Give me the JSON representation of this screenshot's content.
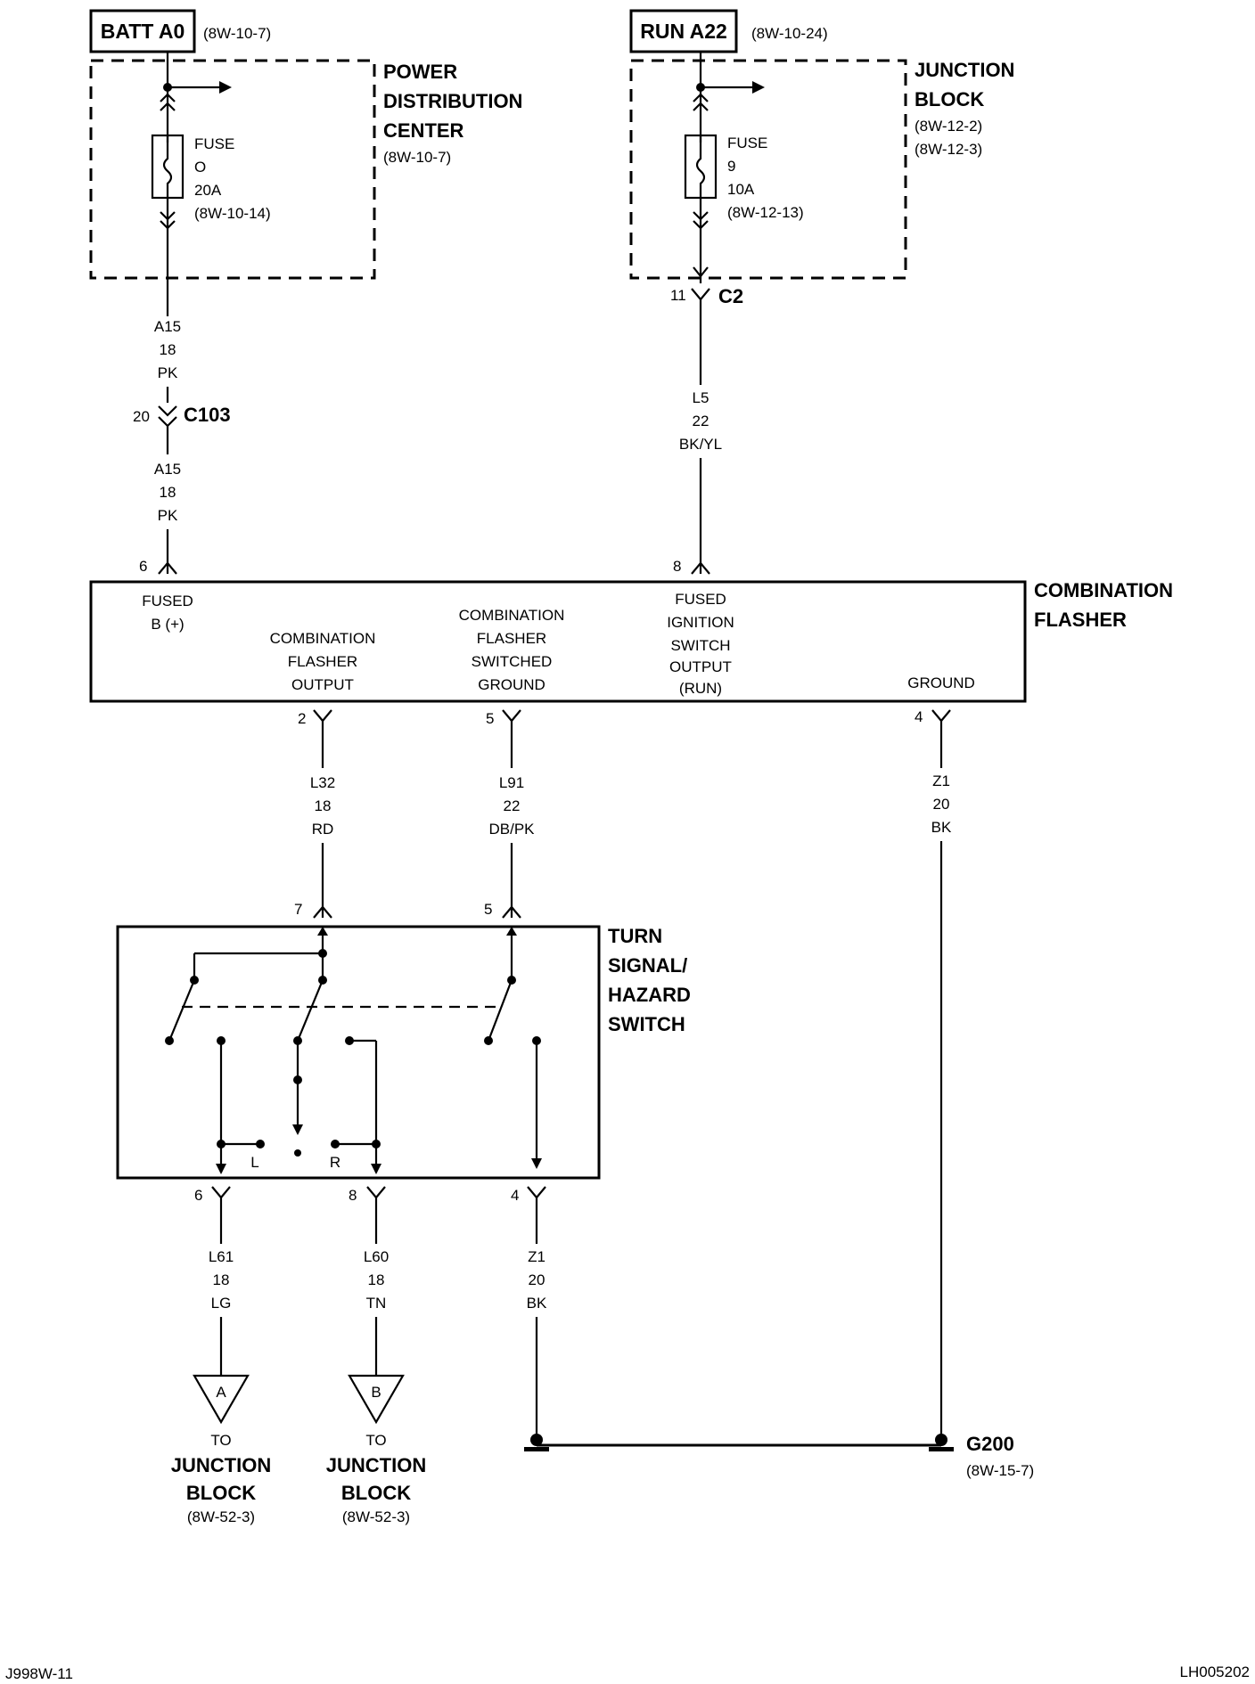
{
  "batt": {
    "label": "BATT A0",
    "ref": "(8W-10-7)"
  },
  "run": {
    "label": "RUN A22",
    "ref": "(8W-10-24)"
  },
  "pdc": {
    "line1": "POWER",
    "line2": "DISTRIBUTION",
    "line3": "CENTER",
    "ref": "(8W-10-7)",
    "fuse": {
      "l1": "FUSE",
      "l2": "O",
      "l3": "20A",
      "l4": "(8W-10-14)"
    }
  },
  "jb": {
    "line1": "JUNCTION",
    "line2": "BLOCK",
    "ref1": "(8W-12-2)",
    "ref2": "(8W-12-3)",
    "fuse": {
      "l1": "FUSE",
      "l2": "9",
      "l3": "10A",
      "l4": "(8W-12-13)"
    }
  },
  "c2": {
    "pin": "11",
    "name": "C2"
  },
  "c103": {
    "pin": "20",
    "name": "C103"
  },
  "wires": {
    "a15_upper": {
      "id": "A15",
      "gauge": "18",
      "color": "PK"
    },
    "a15_lower": {
      "id": "A15",
      "gauge": "18",
      "color": "PK"
    },
    "l5": {
      "id": "L5",
      "gauge": "22",
      "color": "BK/YL"
    },
    "l32": {
      "id": "L32",
      "gauge": "18",
      "color": "RD"
    },
    "l91": {
      "id": "L91",
      "gauge": "22",
      "color": "DB/PK"
    },
    "z1_flasher": {
      "id": "Z1",
      "gauge": "20",
      "color": "BK"
    },
    "l61": {
      "id": "L61",
      "gauge": "18",
      "color": "LG"
    },
    "l60": {
      "id": "L60",
      "gauge": "18",
      "color": "TN"
    },
    "z1_switch": {
      "id": "Z1",
      "gauge": "20",
      "color": "BK"
    }
  },
  "flasher": {
    "title1": "COMBINATION",
    "title2": "FLASHER",
    "pin6": "6",
    "pin8": "8",
    "pin2": "2",
    "pin5": "5",
    "pin4": "4",
    "fused_b": {
      "l1": "FUSED",
      "l2": "B (+)"
    },
    "output": {
      "l1": "COMBINATION",
      "l2": "FLASHER",
      "l3": "OUTPUT"
    },
    "sw_ground": {
      "l1": "COMBINATION",
      "l2": "FLASHER",
      "l3": "SWITCHED",
      "l4": "GROUND"
    },
    "ign": {
      "l1": "FUSED",
      "l2": "IGNITION",
      "l3": "SWITCH",
      "l4": "OUTPUT",
      "l5": "(RUN)"
    },
    "ground": "GROUND"
  },
  "switch": {
    "title1": "TURN",
    "title2": "SIGNAL/",
    "title3": "HAZARD",
    "title4": "SWITCH",
    "pin7": "7",
    "pin5": "5",
    "pin6": "6",
    "pin8": "8",
    "pin4": "4",
    "label_l": "L",
    "label_r": "R"
  },
  "term_a": {
    "letter": "A",
    "to": "TO",
    "l1": "JUNCTION",
    "l2": "BLOCK",
    "ref": "(8W-52-3)"
  },
  "term_b": {
    "letter": "B",
    "to": "TO",
    "l1": "JUNCTION",
    "l2": "BLOCK",
    "ref": "(8W-52-3)"
  },
  "g200": {
    "name": "G200",
    "ref": "(8W-15-7)"
  },
  "footer": {
    "left": "J998W-11",
    "right": "LH005202"
  }
}
